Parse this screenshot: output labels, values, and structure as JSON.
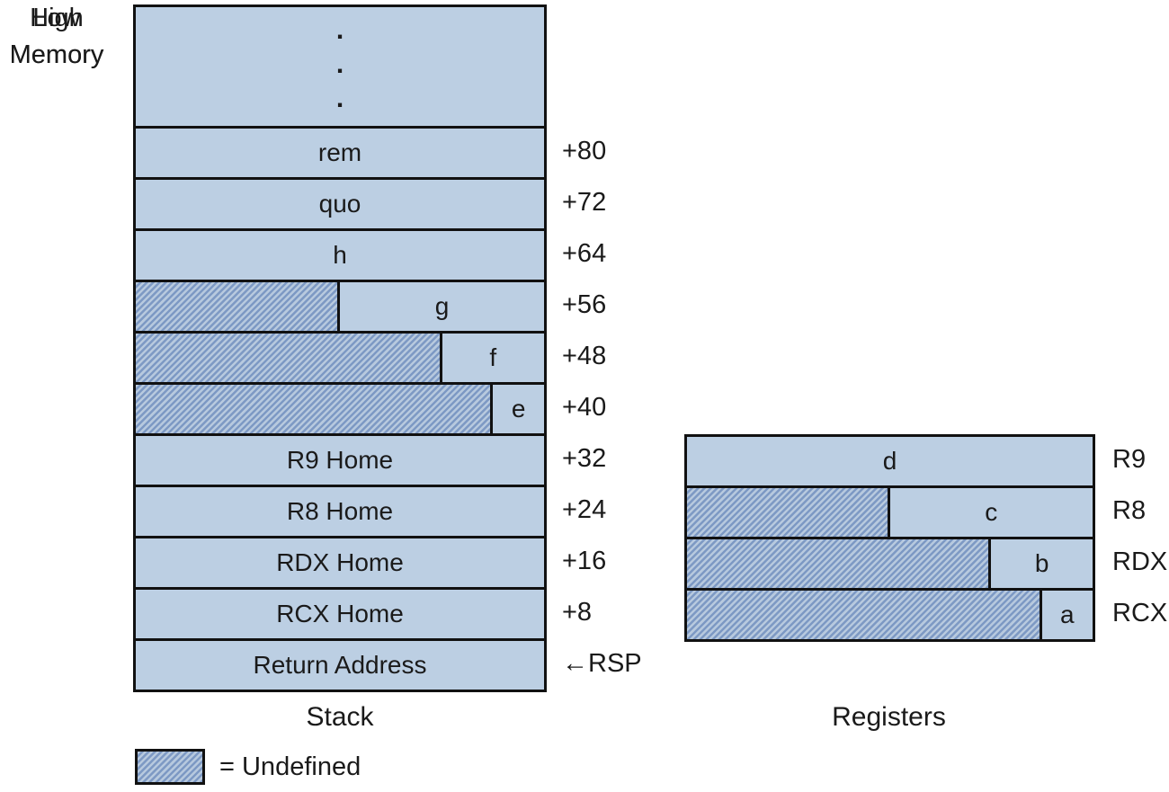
{
  "colors": {
    "cell_fill": "#bccfe3",
    "hatch_stripe": "#7d99c4",
    "border": "#111111",
    "background": "#ffffff"
  },
  "memory_labels": {
    "high": "High\nMemory",
    "low": "Low\nMemory"
  },
  "stack": {
    "title": "Stack",
    "ellipsis": [
      ".",
      ".",
      "."
    ],
    "rows": [
      {
        "label": "rem",
        "offset": "+80",
        "undefined_width": "0%"
      },
      {
        "label": "quo",
        "offset": "+72",
        "undefined_width": "0%"
      },
      {
        "label": "h",
        "offset": "+64",
        "undefined_width": "0%"
      },
      {
        "label": "g",
        "offset": "+56",
        "undefined_width": "50%"
      },
      {
        "label": "f",
        "offset": "+48",
        "undefined_width": "75%"
      },
      {
        "label": "e",
        "offset": "+40",
        "undefined_width": "87.5%"
      },
      {
        "label": "R9 Home",
        "offset": "+32",
        "undefined_width": "0%"
      },
      {
        "label": "R8 Home",
        "offset": "+24",
        "undefined_width": "0%"
      },
      {
        "label": "RDX Home",
        "offset": "+16",
        "undefined_width": "0%"
      },
      {
        "label": "RCX Home",
        "offset": "+8",
        "undefined_width": "0%"
      },
      {
        "label": "Return Address",
        "offset": "←RSP",
        "undefined_width": "0%"
      }
    ]
  },
  "registers": {
    "title": "Registers",
    "rows": [
      {
        "value": "d",
        "register": "R9",
        "undefined_width": "0%"
      },
      {
        "value": "c",
        "register": "R8",
        "undefined_width": "50%"
      },
      {
        "value": "b",
        "register": "RDX",
        "undefined_width": "75%"
      },
      {
        "value": "a",
        "register": "RCX",
        "undefined_width": "87.5%"
      }
    ]
  },
  "legend": {
    "swatch": "undefined-hatch-swatch",
    "text": "= Undefined"
  }
}
